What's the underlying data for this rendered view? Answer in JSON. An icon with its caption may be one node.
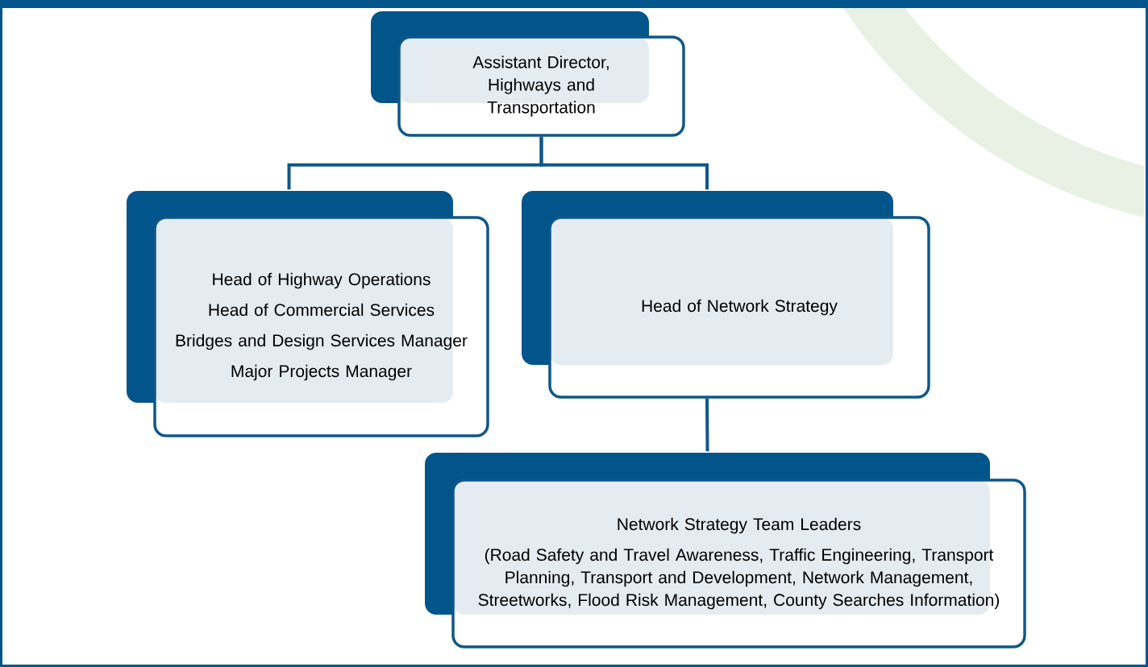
{
  "diagram": {
    "nodes": [
      {
        "text": [
          "Assistant Director, Highways and Transportation"
        ]
      },
      {
        "text": [
          "Head of Highway Operations",
          "Head of Commercial Services",
          "Bridges and Design Services Manager",
          "Major Projects Manager"
        ]
      },
      {
        "text": [
          "Head of Network Strategy"
        ]
      },
      {
        "text": [
          "Network Strategy Team Leaders",
          "(Road Safety and Travel Awareness, Traffic Engineering, Transport Planning, Transport and Development, Network Management, Streetworks, Flood Risk Management, County Searches Information)"
        ]
      }
    ],
    "edges": [
      {
        "from": 0,
        "to": 1,
        "arrow": "none"
      },
      {
        "from": 0,
        "to": 2,
        "arrow": "none"
      },
      {
        "from": 2,
        "to": 3,
        "arrow": "none"
      }
    ]
  }
}
